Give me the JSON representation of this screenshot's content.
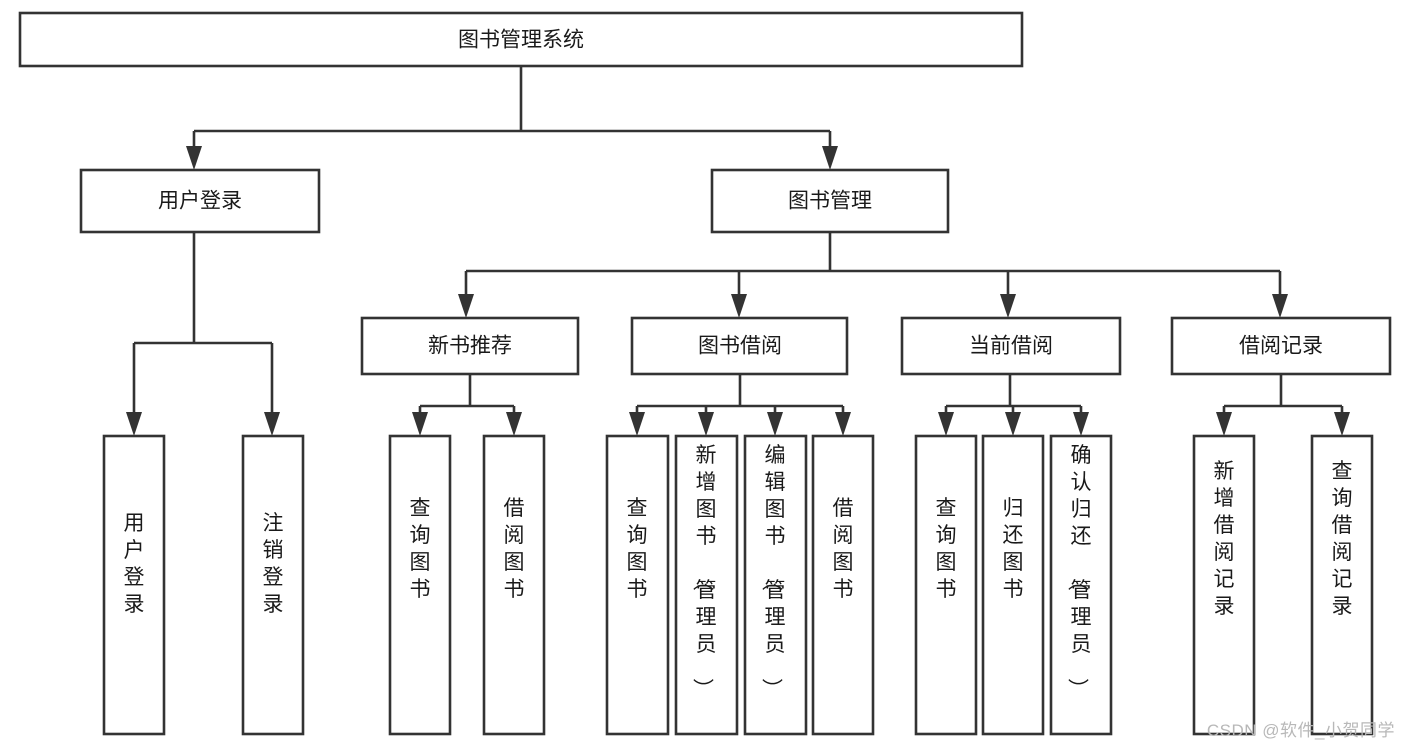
{
  "diagram": {
    "type": "tree-hierarchy",
    "title": "图书管理系统",
    "orientation": "top-down",
    "colors": {
      "box_stroke": "#333333",
      "box_fill": "#ffffff",
      "text": "#1a1a1a",
      "background": "#ffffff",
      "watermark": "#b8b8b8"
    },
    "levels": {
      "level1": [
        "图书管理系统"
      ],
      "level2": [
        "用户登录",
        "图书管理"
      ],
      "level3": [
        "新书推荐",
        "图书借阅",
        "当前借阅",
        "借阅记录"
      ],
      "level4": [
        "用户登录",
        "注销登录",
        "查询图书",
        "借阅图书",
        "查询图书",
        "新增图书（管理员）",
        "编辑图书（管理员）",
        "借阅图书",
        "查询图书",
        "归还图书",
        "确认归还（管理员）",
        "新增借阅记录",
        "查询借阅记录"
      ]
    },
    "nodes": {
      "root": {
        "label": "图书管理系统"
      },
      "user_login": {
        "label": "用户登录"
      },
      "book_manage": {
        "label": "图书管理"
      },
      "new_book_rec": {
        "label": "新书推荐"
      },
      "book_borrow": {
        "label": "图书借阅"
      },
      "current_borrow": {
        "label": "当前借阅"
      },
      "borrow_record": {
        "label": "借阅记录"
      },
      "leaf_user_login": {
        "label": "用户登录"
      },
      "leaf_logout": {
        "label": "注销登录"
      },
      "leaf_query_book_1": {
        "label": "查询图书"
      },
      "leaf_borrow_book_1": {
        "label": "借阅图书"
      },
      "leaf_query_book_2": {
        "label": "查询图书"
      },
      "leaf_add_book_admin": {
        "label": "新增图书（管理员）"
      },
      "leaf_edit_book_admin": {
        "label": "编辑图书（管理员）"
      },
      "leaf_borrow_book_2": {
        "label": "借阅图书"
      },
      "leaf_query_book_3": {
        "label": "查询图书"
      },
      "leaf_return_book": {
        "label": "归还图书"
      },
      "leaf_confirm_return_admin": {
        "label": "确认归还（管理员）"
      },
      "leaf_add_record": {
        "label": "新增借阅记录"
      },
      "leaf_query_record": {
        "label": "查询借阅记录"
      }
    },
    "edges": [
      {
        "from": "图书管理系统",
        "to": "用户登录"
      },
      {
        "from": "图书管理系统",
        "to": "图书管理"
      },
      {
        "from": "用户登录",
        "to": "用户登录"
      },
      {
        "from": "用户登录",
        "to": "注销登录"
      },
      {
        "from": "图书管理",
        "to": "新书推荐"
      },
      {
        "from": "图书管理",
        "to": "图书借阅"
      },
      {
        "from": "图书管理",
        "to": "当前借阅"
      },
      {
        "from": "图书管理",
        "to": "借阅记录"
      },
      {
        "from": "新书推荐",
        "to": "查询图书"
      },
      {
        "from": "新书推荐",
        "to": "借阅图书"
      },
      {
        "from": "图书借阅",
        "to": "查询图书"
      },
      {
        "from": "图书借阅",
        "to": "新增图书（管理员）"
      },
      {
        "from": "图书借阅",
        "to": "编辑图书（管理员）"
      },
      {
        "from": "图书借阅",
        "to": "借阅图书"
      },
      {
        "from": "当前借阅",
        "to": "查询图书"
      },
      {
        "from": "当前借阅",
        "to": "归还图书"
      },
      {
        "from": "当前借阅",
        "to": "确认归还（管理员）"
      },
      {
        "from": "借阅记录",
        "to": "新增借阅记录"
      },
      {
        "from": "借阅记录",
        "to": "查询借阅记录"
      }
    ]
  },
  "watermark": {
    "text": "CSDN @软件_小贺同学"
  }
}
